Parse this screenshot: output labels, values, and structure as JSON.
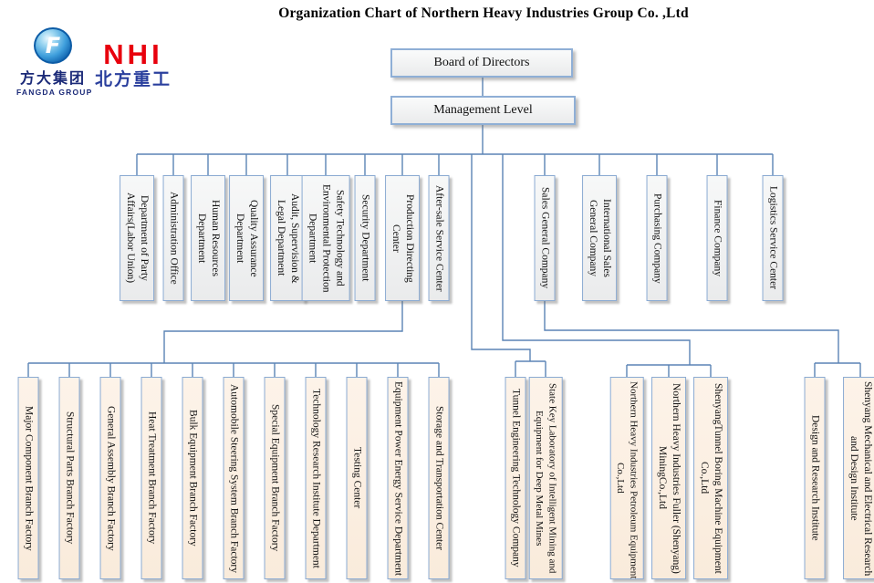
{
  "title": "Organization Chart of Northern Heavy Industries  Group Co. ,Ltd",
  "logos": {
    "fangda": {
      "mark": "F",
      "cn": "方大集团",
      "en": "FANGDA GROUP"
    },
    "nhi": {
      "abbr": "NHI",
      "cn": "北方重工"
    }
  },
  "colors": {
    "connector_blue": "#5b84b5",
    "box_border_blue": "#8aaad2",
    "department_fill": "#f2f3f3",
    "branch_fill": "#fdf1e5",
    "nhi_red": "#e8000d",
    "nhi_blue": "#2a3f9d",
    "fangda_navy": "#1b2a78"
  },
  "top_level": [
    {
      "label": "Board of Directors"
    },
    {
      "label": "Management Level"
    }
  ],
  "departments": [
    {
      "label": "Department of Party\nAffairs(Labor Union)"
    },
    {
      "label": "Administration Office"
    },
    {
      "label": "Human Resources\nDepartment"
    },
    {
      "label": "Quality Assurance\nDepartment"
    },
    {
      "label": "Audit, Supervision &\nLegal Department"
    },
    {
      "label": "Safety Technology and\nEnvironmental Protection\nDepartment"
    },
    {
      "label": "Security Department"
    },
    {
      "label": "Production Directing\nCenter"
    },
    {
      "label": "After-sale Service Center"
    },
    {
      "label": "Sales General Company"
    },
    {
      "label": "International Sales\nGeneral Company"
    },
    {
      "label": "Purchasing Company"
    },
    {
      "label": "Finance Company"
    },
    {
      "label": "Logistics Service Center"
    }
  ],
  "branches": [
    {
      "label": "Major Component Branch Factory",
      "parent": "Production Directing Center"
    },
    {
      "label": "Structural Parts Branch Factory",
      "parent": "Production Directing Center"
    },
    {
      "label": "General Assembly Branch Factory",
      "parent": "Production Directing Center"
    },
    {
      "label": "Heat Treatment Branch Factory",
      "parent": "Production Directing Center"
    },
    {
      "label": "Bulk Equipment Branch Factory",
      "parent": "Production Directing Center"
    },
    {
      "label": "Automobile Steering System Branch Factory",
      "parent": "Production Directing Center"
    },
    {
      "label": "Special Equipment Branch Factory",
      "parent": "Production Directing Center"
    },
    {
      "label": "Technology Research Institute Department",
      "parent": "Production Directing Center"
    },
    {
      "label": "Testing Center",
      "parent": "Production Directing Center"
    },
    {
      "label": "Equipment Power Energy Service Department",
      "parent": "Production Directing Center"
    },
    {
      "label": "Storage and Transportation Center",
      "parent": "Production Directing Center"
    },
    {
      "label": "Tunnel Engineering Technology Company",
      "parent": "Management Level"
    },
    {
      "label": "State Key Laboratory of Intelligent Mining and\nEquipment for Deep Metal Mines",
      "parent": "Management Level"
    },
    {
      "label": "Northern Heavy Industries Petroleum Equipment\nCo.,Ltd",
      "parent": "Management Level"
    },
    {
      "label": "Northern Heavy Industries Fuller (Shenyang)\nMiningCo.,Ltd",
      "parent": "Management Level"
    },
    {
      "label": "ShenyangTunnel Boring Machine Equipment\nCo.,Ltd",
      "parent": "Management Level"
    },
    {
      "label": "Design and Research Institute",
      "parent": "Sales General Company"
    },
    {
      "label": "Shenyang Mechanical and Electrical Research\nand Design Institute",
      "parent": "Sales General Company"
    }
  ]
}
